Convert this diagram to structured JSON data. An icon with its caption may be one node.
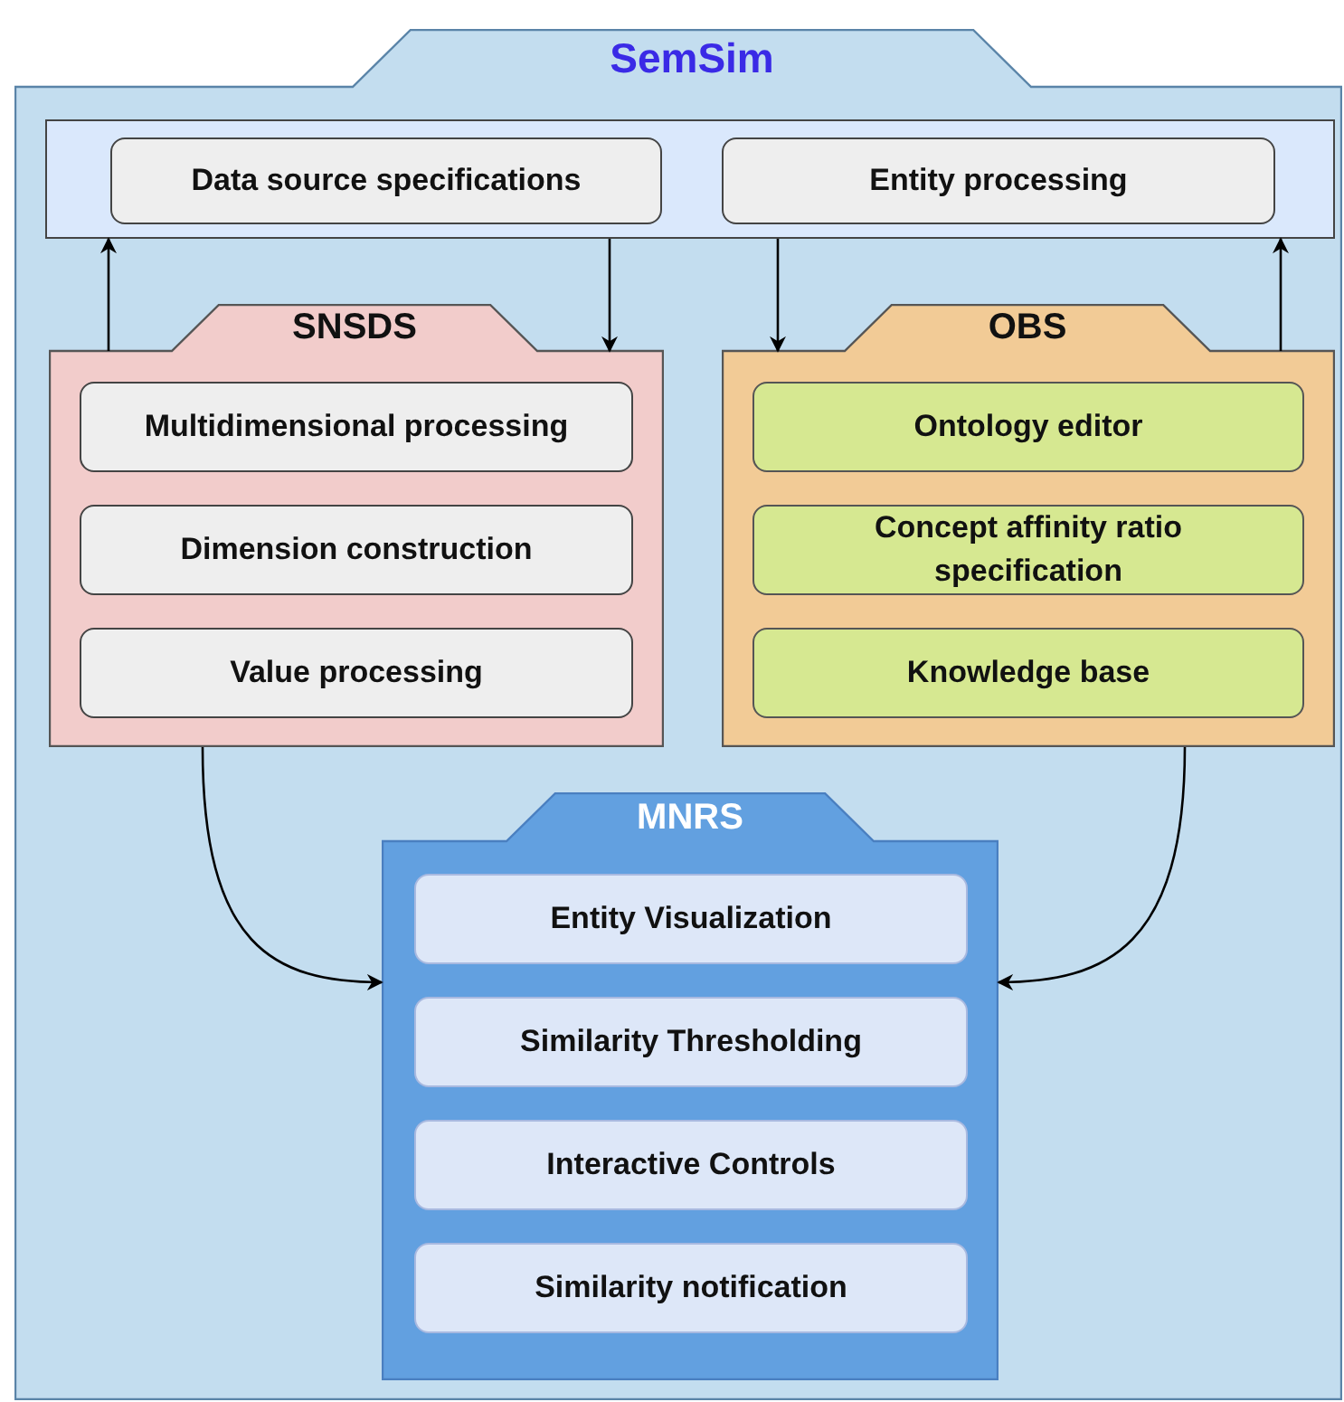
{
  "diagram": {
    "nodes": [
      {
        "text": [
          "SemSim"
        ]
      },
      {
        "text": [],
        "shape": "box",
        "in": 0
      },
      {
        "text": [
          "Data source specifications"
        ],
        "in": 1
      },
      {
        "text": [
          "Entity processing"
        ],
        "in": 1
      },
      {
        "text": [
          "SNSDS"
        ],
        "in": 0
      },
      {
        "text": [
          "Multidimensional processing"
        ],
        "in": 4
      },
      {
        "text": [
          "Dimension construction"
        ],
        "in": 4
      },
      {
        "text": [
          "Value processing"
        ],
        "in": 4
      },
      {
        "text": [
          "OBS"
        ],
        "in": 0
      },
      {
        "text": [
          "Ontology editor"
        ],
        "in": 8
      },
      {
        "text": [
          "Concept affinity ratio specification"
        ],
        "in": 8
      },
      {
        "text": [
          "Knowledge base"
        ],
        "in": 8
      },
      {
        "text": [
          "MNRS"
        ],
        "in": 0
      },
      {
        "text": [
          "Entity Visualization"
        ],
        "in": 12
      },
      {
        "text": [
          "Similarity Thresholding"
        ],
        "in": 12
      },
      {
        "text": [
          "Interactive Controls"
        ],
        "in": 12
      },
      {
        "text": [
          "Similarity notification"
        ],
        "in": 12
      }
    ],
    "edges": [
      {
        "from": 4,
        "to": 1,
        "arrow": "to"
      },
      {
        "from": 1,
        "to": 4,
        "arrow": "to"
      },
      {
        "from": 1,
        "to": 8,
        "arrow": "to"
      },
      {
        "from": 8,
        "to": 1,
        "arrow": "to"
      },
      {
        "from": 4,
        "to": 12,
        "arrow": "to"
      },
      {
        "from": 8,
        "to": 12,
        "arrow": "to"
      }
    ]
  }
}
